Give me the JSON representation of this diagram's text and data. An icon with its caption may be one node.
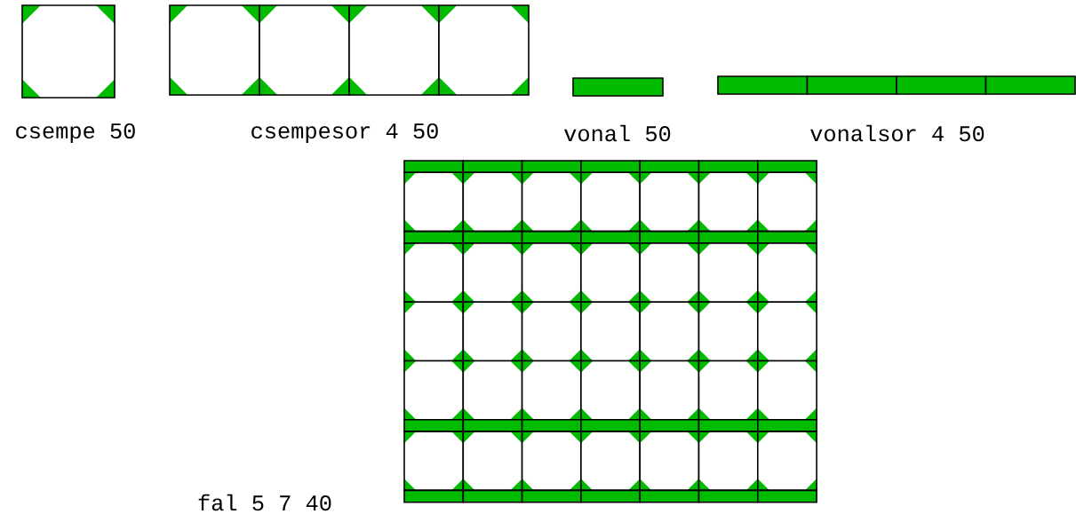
{
  "diagram": {
    "labels": [
      "csempe 50",
      "csempesor 4 50",
      "vonal 50",
      "vonalsor 4 50",
      "fal 5 7 40"
    ]
  }
}
